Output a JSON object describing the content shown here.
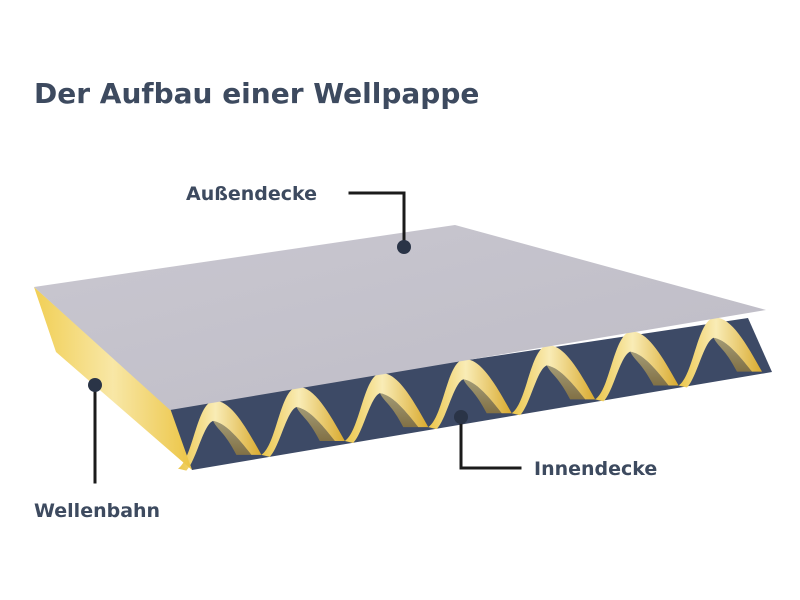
{
  "title": "Der Aufbau einer Wellpappe",
  "labels": {
    "outer_liner": "Außendecke",
    "inner_liner": "Innendecke",
    "flute": "Wellenbahn"
  },
  "colors": {
    "title_text": "#3d4a5f",
    "label_text": "#3d4a5f",
    "top_liner": "#c5c3cc",
    "flute_light": "#f7e39a",
    "flute_dark": "#e8bd36",
    "inner_liner_dark": "#3d4a66",
    "leader_line": "#1b1b1b"
  },
  "illustration": {
    "flute_wave_count": 7
  }
}
